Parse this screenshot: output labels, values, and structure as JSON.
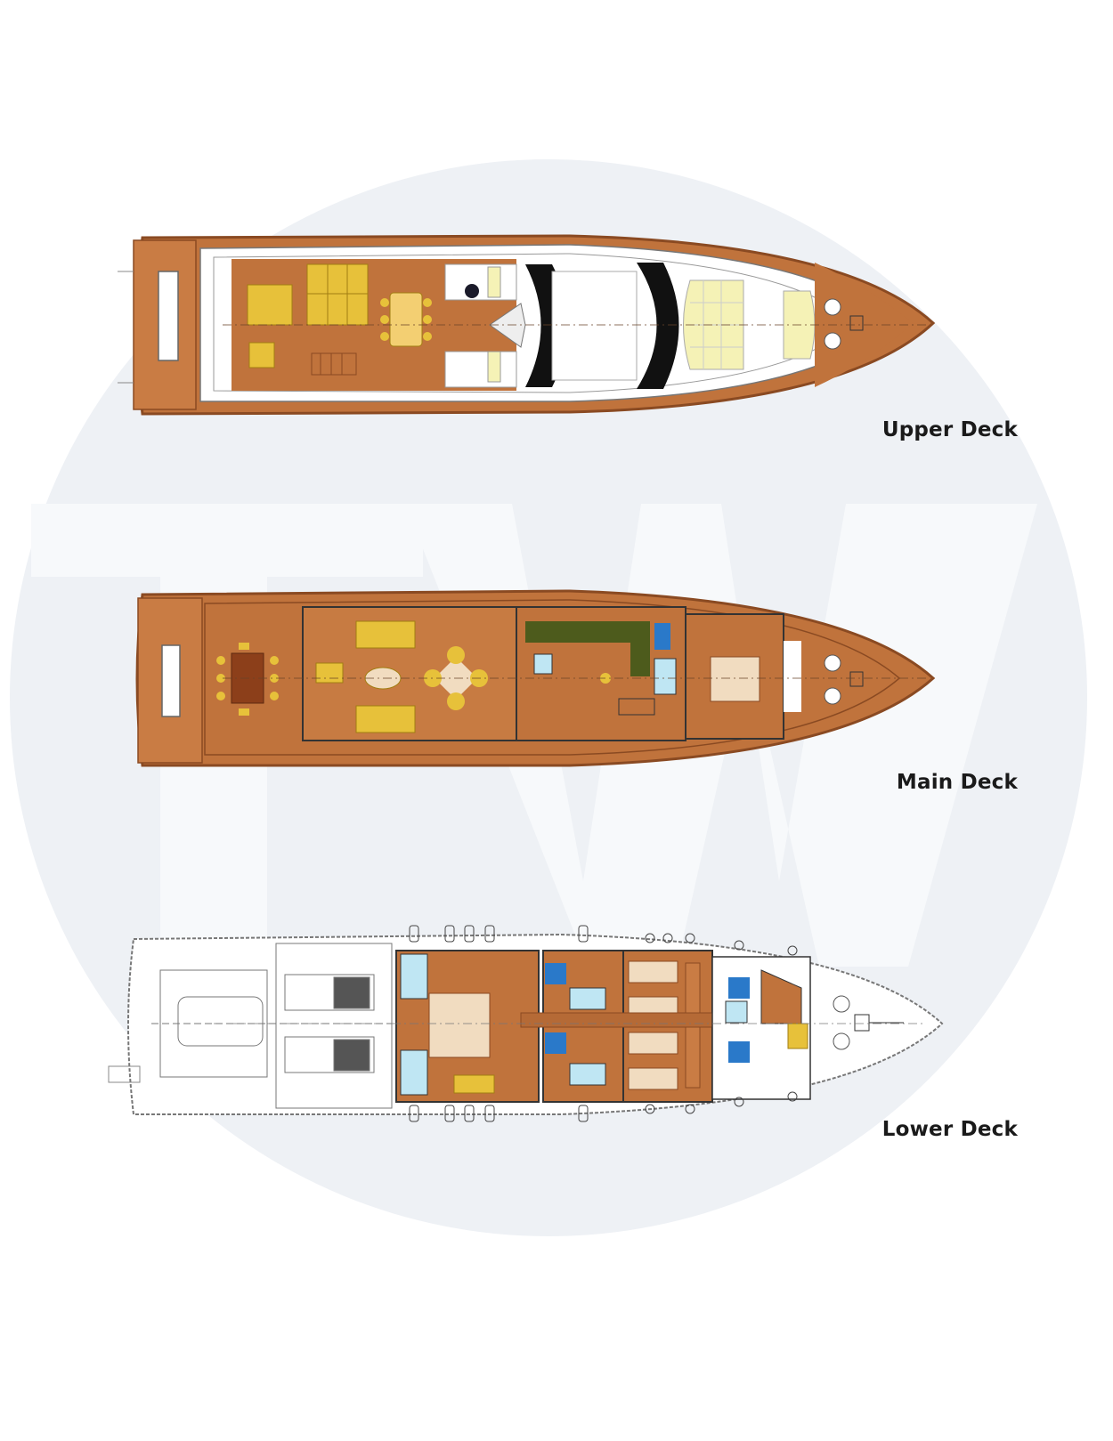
{
  "decks": [
    {
      "id": "upper",
      "label": "Upper Deck"
    },
    {
      "id": "main",
      "label": "Main Deck"
    },
    {
      "id": "lower",
      "label": "Lower Deck"
    }
  ],
  "watermark": {
    "text": "TW"
  },
  "colors": {
    "page": "#ffffff",
    "watermark_circle": "#eef1f5",
    "watermark_letters": "#f7f9fb",
    "teak": "#c0733c",
    "teak_dark": "#9a5227",
    "upholstery": "#e7c13a",
    "cream": "#f1dcc0",
    "bathroom": "#bfe6f3",
    "blue_fixture": "#2a79c9",
    "galley": "#4d5b1c",
    "pale_glass": "#f5f2b6",
    "outline": "#555555"
  }
}
